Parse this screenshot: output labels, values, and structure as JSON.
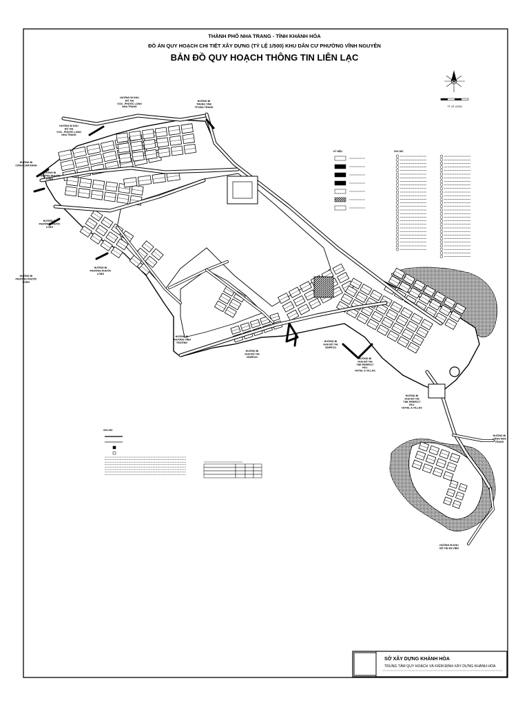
{
  "header": {
    "line1": "THÀNH PHỐ NHA TRANG - TỈNH KHÁNH HÒA",
    "line2": "ĐỒ ÁN QUY HOẠCH CHI TIẾT XÂY DỰNG (TỶ LỆ 1/500) KHU DÂN CƯ PHƯỜNG VĨNH NGUYÊN",
    "title": "BẢN ĐỒ QUY HOẠCH THÔNG TIN LIÊN LẠC"
  },
  "compass": {
    "label": "TỶ LỆ 1/2000"
  },
  "direction_labels": [
    {
      "lines": [
        "HƯỚNG ĐI KHU",
        "ĐÔ THỊ",
        "VCN - PHƯỚC LONG",
        "NHA TRANG"
      ]
    },
    {
      "lines": [
        "HƯỚNG ĐI",
        "TRUNG TÂM",
        "TP NHA TRANG"
      ]
    },
    {
      "lines": [
        "HƯỚNG ĐI KHU",
        "ĐÔ THỊ",
        "VCN - PHƯỚC LONG",
        "NHA TRANG"
      ]
    },
    {
      "lines": [
        "HƯỚNG ĐI",
        "CẢNG CAM RANH"
      ]
    },
    {
      "lines": [
        "HƯỚNG ĐI",
        "PHƯỜNG PHƯỚC",
        "LONG"
      ]
    },
    {
      "lines": [
        "HƯỚNG ĐI",
        "PHƯỜNG PHƯỚC",
        "LONG"
      ]
    },
    {
      "lines": [
        "HƯỚNG ĐI",
        "PHƯỜNG PHƯỚC",
        "LONG"
      ]
    },
    {
      "lines": [
        "HƯỚNG ĐI",
        "PHƯỜNG PHƯỚC",
        "LONG"
      ]
    },
    {
      "lines": [
        "HƯỚNG ĐI",
        "PHƯỜNG VĨNH",
        "TRƯỜNG"
      ]
    },
    {
      "lines": [
        "HƯỚNG ĐI",
        "KHU ĐÔ THỊ",
        "VINPECO"
      ]
    },
    {
      "lines": [
        "HƯỚNG ĐI",
        "KHU ĐÔ THỊ",
        "VINPECO"
      ]
    },
    {
      "lines": [
        "HƯỚNG ĐI",
        "KHU ĐÔ THỊ",
        "THE PERFECT",
        "HILL",
        "HOTEL & VILLAS"
      ]
    },
    {
      "lines": [
        "HƯỚNG ĐI",
        "KHU ĐÔ THỊ",
        "THE PERFECT",
        "HILL",
        "HOTEL & VILLAS"
      ]
    },
    {
      "lines": [
        "HƯỚNG ĐI",
        "CẢNG NHA",
        "TRANG"
      ]
    },
    {
      "lines": [
        "HƯỚNG ĐI KHU",
        "ĐÔ THỊ AN VIÊN"
      ]
    }
  ],
  "legend_map": {
    "title": "KÝ HIỆU",
    "items": [
      "",
      "",
      "",
      "",
      "",
      "",
      ""
    ]
  },
  "legend_index": {
    "title": "GHI CHÚ",
    "items": [
      "",
      "",
      "",
      "",
      "",
      "",
      "",
      "",
      "",
      "",
      "",
      "",
      "",
      "",
      "",
      "",
      "",
      "",
      "",
      "",
      "",
      "",
      "",
      "",
      "",
      "",
      "",
      "",
      "",
      "",
      "",
      "",
      "",
      "",
      "",
      "",
      "",
      "",
      "",
      "",
      "",
      "",
      "",
      "",
      "",
      "",
      "",
      "",
      "",
      "",
      "",
      "",
      "",
      "",
      "",
      ""
    ]
  },
  "lower_legend": {
    "title": "GHI CHÚ",
    "rows": [
      "",
      "",
      "",
      ""
    ],
    "notes": [
      "",
      "",
      "",
      "",
      "",
      "",
      "",
      ""
    ]
  },
  "small_table": {
    "title": "",
    "rows": [
      [
        "",
        "",
        "",
        ""
      ],
      [
        "",
        "",
        "",
        ""
      ],
      [
        "",
        "",
        "",
        ""
      ],
      [
        "",
        "",
        "",
        ""
      ]
    ]
  },
  "title_block": {
    "org": "SỞ XÂY DỰNG KHÁNH HÒA",
    "center": "TRUNG TÂM QUY HOẠCH VÀ KIỂM ĐỊNH XÂY DỰNG KHÁNH HÒA",
    "address": ""
  }
}
